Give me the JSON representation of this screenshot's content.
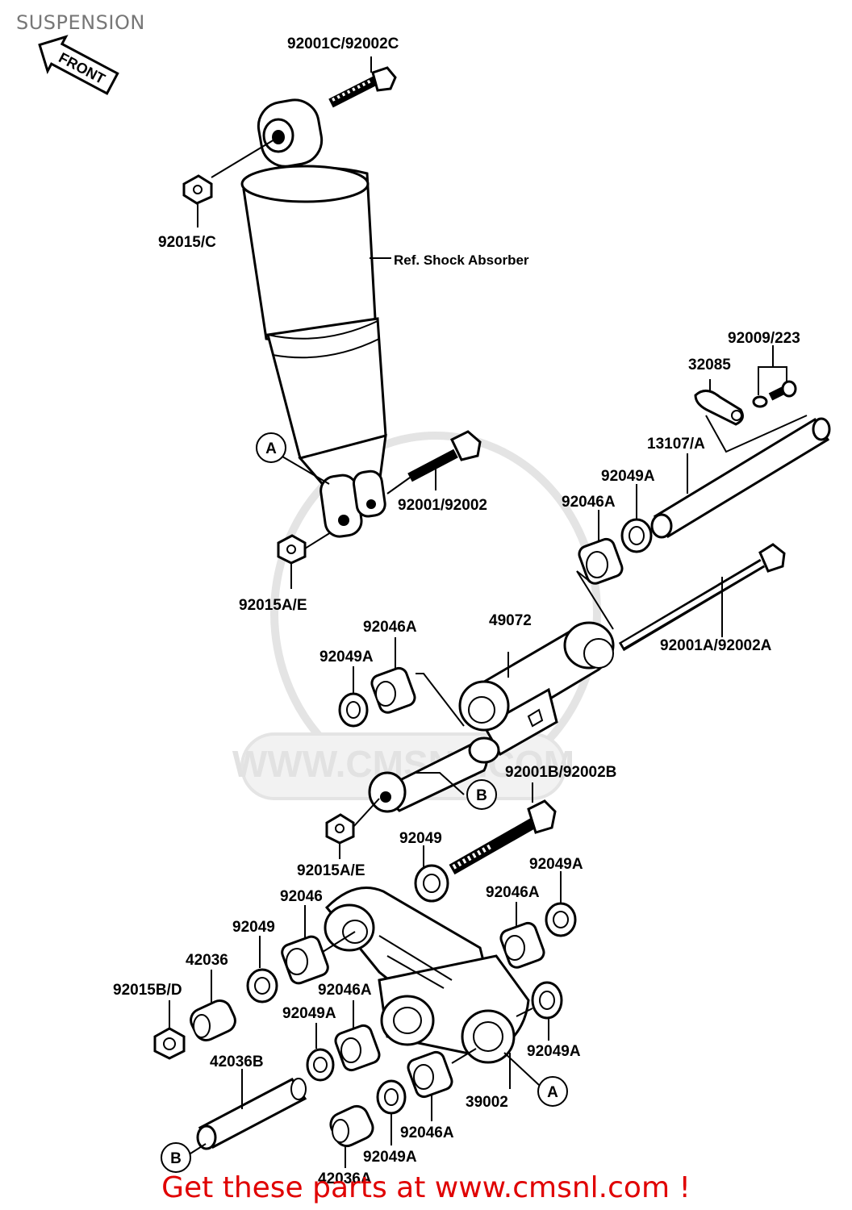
{
  "page": {
    "title": "SUSPENSION",
    "promo": "Get these parts at www.cmsnl.com !"
  },
  "diagram": {
    "front_arrow": "FRONT",
    "reference_note": "Ref. Shock Absorber",
    "watermark": "WWW.CMSNL.COM",
    "callouts": [
      "A",
      "B"
    ],
    "part_labels": {
      "bolt_top": "92001C/92002C",
      "nut_top": "92015/C",
      "bracket_cap": "32085",
      "screw_washer": "92009/223",
      "sleeve_rod": "13107/A",
      "bolt_mid": "92001/92002",
      "nut_mid": "92015A/E",
      "seal_upper": "92049A",
      "bearing_upper": "92046A",
      "rocker_arm": "49072",
      "long_bolt": "92001A/92002A",
      "bearing_left": "92046A",
      "seal_left": "92049A",
      "bolt_lower": "92001B/92002B",
      "nut_lower": "92015A/E",
      "seal_92049_top": "92049",
      "seal_right_top": "92049A",
      "bearing_92046": "92046",
      "bearing_right": "92046A",
      "seal_92049_left": "92049",
      "collar_42036": "42036",
      "nut_bottom": "92015B/D",
      "bearing_lower_left": "92046A",
      "seal_lower_left": "92049A",
      "seal_right_bottom": "92049A",
      "sleeve_42036b": "42036B",
      "link_39002": "39002",
      "bearing_bottom": "92046A",
      "seal_bottom": "92049A",
      "collar_42036a": "42036A"
    }
  }
}
